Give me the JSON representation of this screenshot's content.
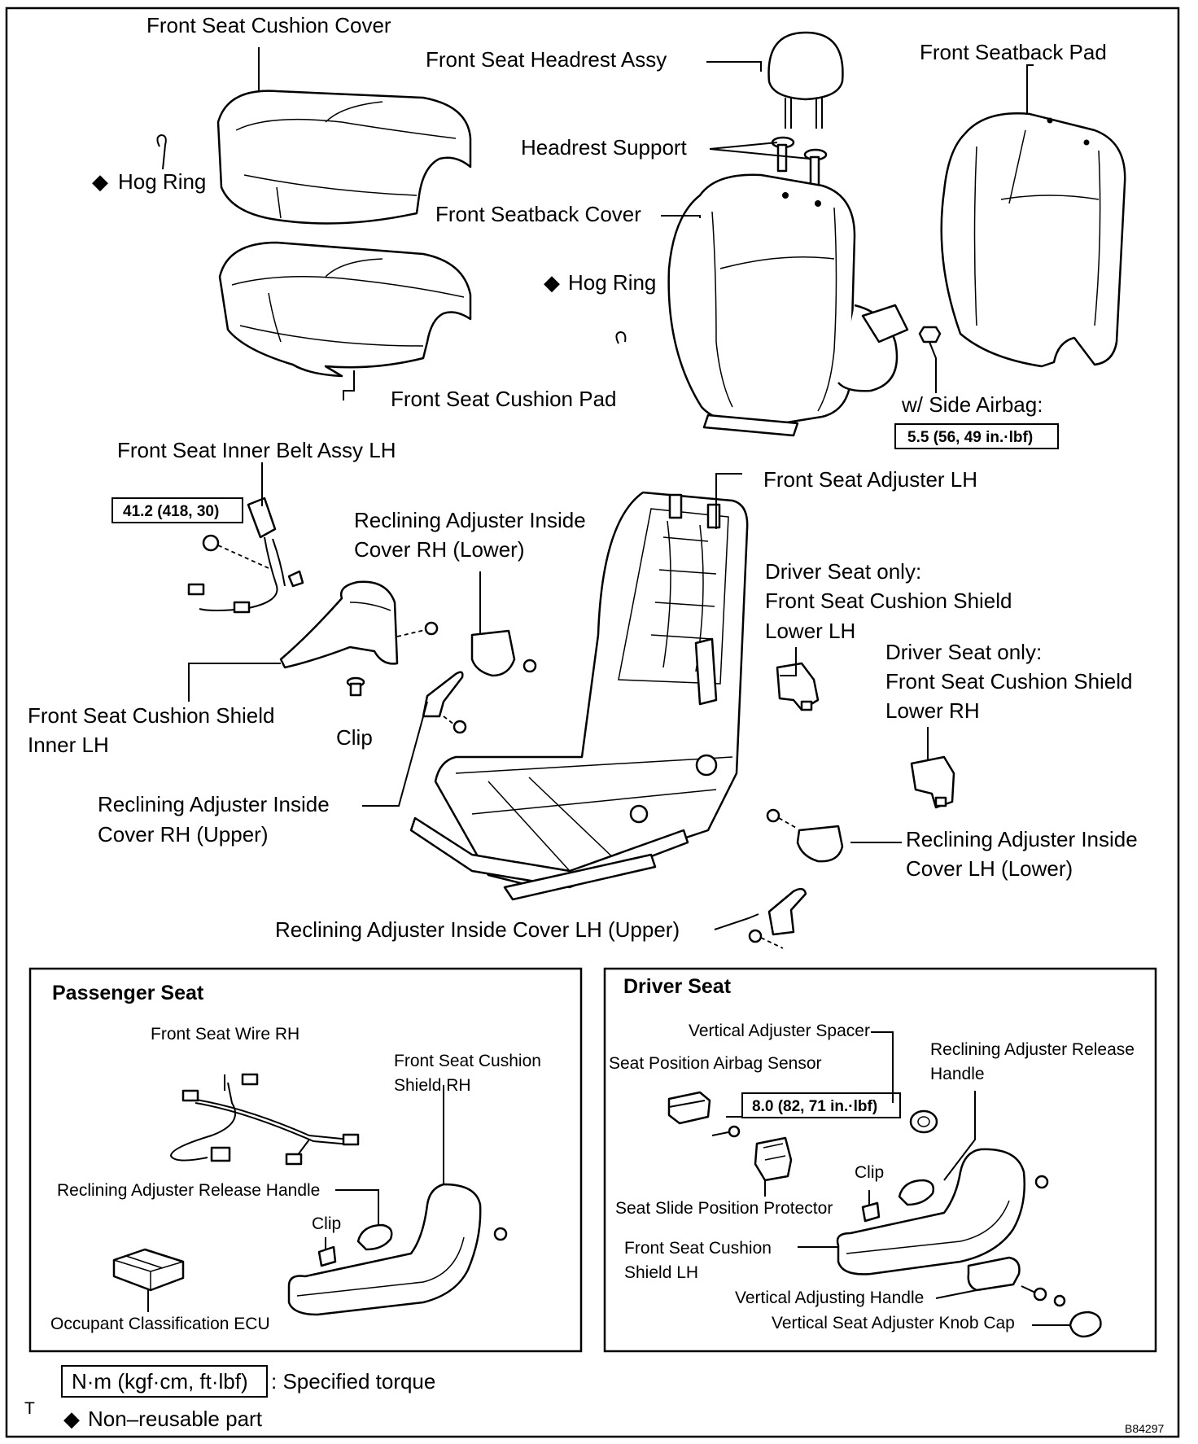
{
  "labels": {
    "front_seat_cushion_cover": "Front Seat Cushion Cover",
    "front_seat_headrest_assy": "Front Seat Headrest Assy",
    "front_seatback_pad": "Front Seatback Pad",
    "headrest_support": "Headrest Support",
    "hog_ring_1": "Hog Ring",
    "hog_ring_2": "Hog Ring",
    "front_seatback_cover": "Front Seatback Cover",
    "front_seat_cushion_pad": "Front Seat Cushion Pad",
    "w_side_airbag": "w/ Side Airbag:",
    "front_seat_inner_belt_assy_lh": "Front Seat Inner Belt Assy LH",
    "front_seat_adjuster_lh": "Front Seat Adjuster LH",
    "reclining_cover_rh_lower_1": "Reclining Adjuster Inside",
    "reclining_cover_rh_lower_2": "Cover RH (Lower)",
    "driver_only_1": "Driver Seat only:",
    "shield_lower_lh_1": "Front Seat Cushion Shield",
    "shield_lower_lh_2": "Lower LH",
    "driver_only_2": "Driver Seat only:",
    "shield_lower_rh_1": "Front Seat Cushion Shield",
    "shield_lower_rh_2": "Lower RH",
    "shield_inner_lh_1": "Front Seat Cushion Shield",
    "shield_inner_lh_2": "Inner LH",
    "clip_main": "Clip",
    "reclining_cover_rh_upper_1": "Reclining Adjuster Inside",
    "reclining_cover_rh_upper_2": "Cover RH (Upper)",
    "reclining_cover_lh_lower_1": "Reclining Adjuster Inside",
    "reclining_cover_lh_lower_2": "Cover LH (Lower)",
    "reclining_cover_lh_upper": "Reclining Adjuster Inside Cover LH (Upper)"
  },
  "torques": {
    "side_airbag": "5.5 (56, 49 in.·lbf)",
    "inner_belt": "41.2 (418, 30)",
    "sensor": "8.0 (82, 71 in.·lbf)"
  },
  "passenger": {
    "title": "Passenger Seat",
    "wire_rh": "Front Seat Wire RH",
    "shield_rh_1": "Front Seat Cushion",
    "shield_rh_2": "Shield RH",
    "release_handle": "Reclining Adjuster Release Handle",
    "clip": "Clip",
    "ecu": "Occupant Classification ECU"
  },
  "driver": {
    "title": "Driver Seat",
    "spacer": "Vertical Adjuster Spacer",
    "sensor": "Seat Position Airbag Sensor",
    "release_1": "Reclining Adjuster Release",
    "release_2": "Handle",
    "clip": "Clip",
    "protector": "Seat Slide Position Protector",
    "shield_lh_1": "Front Seat Cushion",
    "shield_lh_2": "Shield LH",
    "vert_handle": "Vertical Adjusting Handle",
    "knob_cap": "Vertical Seat Adjuster Knob Cap"
  },
  "legend": {
    "torque_unit": "N·m (kgf·cm, ft·lbf)",
    "torque_desc": ": Specified torque",
    "diamond": "◆",
    "nonreusable": "Non–reusable part"
  },
  "corner_mark": "T",
  "figure_code": "B84297"
}
